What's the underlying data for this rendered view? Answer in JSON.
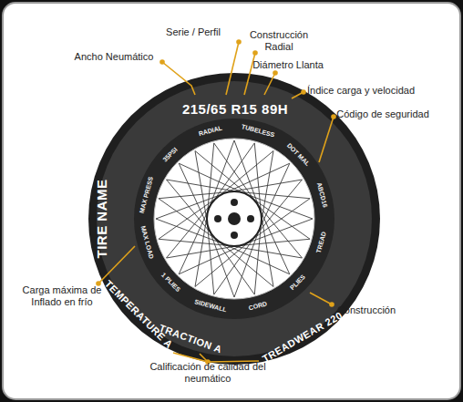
{
  "diagram": {
    "labels": [
      "Serie / Perfil",
      "Construcción Radial",
      "Ancho Neumático",
      "Diámetro Llanta",
      "Índice carga y velocidad",
      "Código de seguridad",
      "Carga máxima de Inflado en frío",
      "Construcción",
      "Calificación de calidad del neumático",
      "215/65 R15 89H",
      "TIRE NAME",
      "TREADWEAR 220",
      "TRACTION A",
      "TEMPERATURE A",
      "MAX PRESS",
      "35PSI",
      "RADIAL",
      "TUBELESS",
      "DOT MAL",
      "ABCD16",
      "TREAD",
      "PLIES",
      "CORD",
      "SIDEWALL",
      "1 PLIES",
      "MAX LOAD"
    ]
  }
}
